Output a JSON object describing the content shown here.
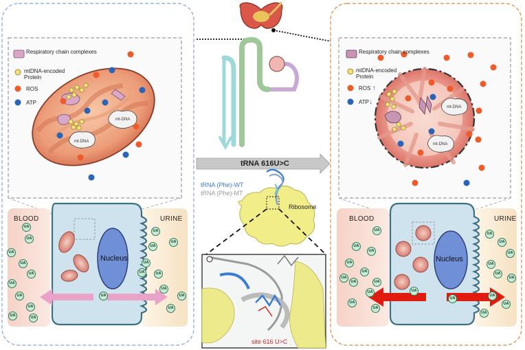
{
  "left_panel": {
    "legend": {
      "respiratory": "Respiratory chain complexes",
      "protein": "mtDNA-encoded Protein",
      "ros": "ROS",
      "atp": "ATP"
    },
    "mtdna_label": "mt-DNA",
    "blood": "BLOOD",
    "urine": "URINE",
    "nucleus": "Nucleus",
    "ua": "UA"
  },
  "right_panel": {
    "legend": {
      "respiratory": "Respiratory chain complexes",
      "protein": "mtDNA-encoded Protein",
      "ros": "ROS",
      "atp": "ATP"
    },
    "ros_arrow": "↑",
    "atp_arrow": "↓",
    "mtdna_label": "mt-DNA",
    "blood": "BLOOD",
    "urine": "URINE",
    "nucleus": "Nucleus",
    "ua": "UA"
  },
  "center": {
    "arrow_label": "tRNA 616U>C",
    "trna_wt": "tRNA (Phe)-WT",
    "trna_mt": "tRNA (Phe)-MT",
    "ribosome": "Ribosome",
    "site": "site 616 U>C"
  },
  "colors": {
    "left_border": "#7fa3d6",
    "right_border": "#e0863a",
    "cell": "#cfe3ee",
    "cell_stroke": "#3d6f82",
    "nucleus": "#6f8fd6",
    "ros": "#f05a28",
    "atp": "#2a64b8",
    "protein": "#f2e27a",
    "complex": "#d9a8c8",
    "blood": "#f8e0d6",
    "urine": "#fbf1de",
    "gray_arrow": "#c8c8c8",
    "red_arrow": "#e01b10",
    "pink_arrow": "#eaa3c8",
    "ribosome": "#f1ee8a"
  }
}
